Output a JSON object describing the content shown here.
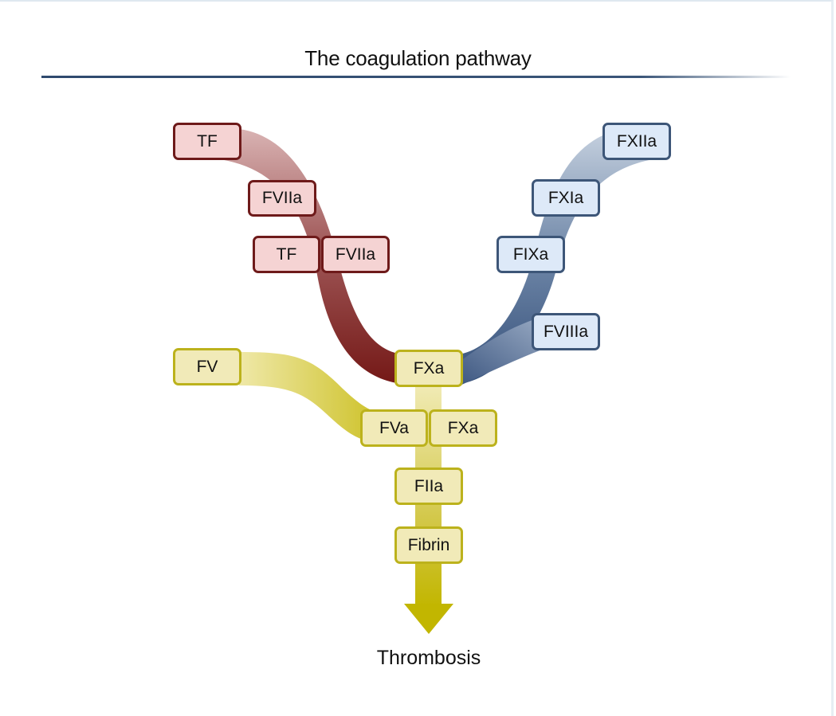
{
  "title": "The coagulation pathway",
  "outcome": "Thrombosis",
  "colors": {
    "extrinsic_border": "#6e1a1a",
    "extrinsic_fill": "#f5d3d3",
    "intrinsic_border": "#3d5678",
    "intrinsic_fill": "#dde9f8",
    "common_border": "#bcb21c",
    "common_fill": "#f1eab8",
    "arrow": "#c2b600"
  },
  "pathways": {
    "extrinsic": {
      "nodes": [
        "TF",
        "FVIIa",
        "TF",
        "FVIIa"
      ]
    },
    "intrinsic": {
      "nodes": [
        "FXIIa",
        "FXIa",
        "FIXa",
        "FVIIIa"
      ]
    },
    "common": {
      "nodes": [
        "FXa",
        "FV",
        "FVa",
        "FXa",
        "FIIa",
        "Fibrin"
      ]
    }
  }
}
